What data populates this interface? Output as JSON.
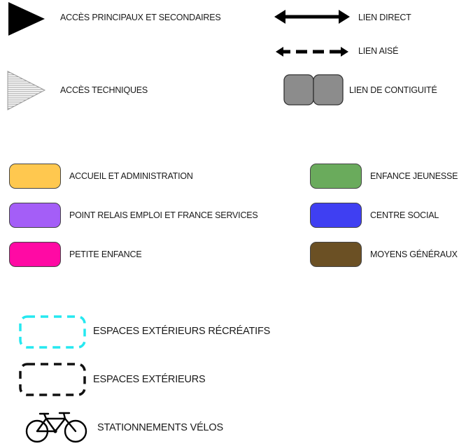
{
  "access": {
    "main": "ACCÈS PRINCIPAUX ET SECONDAIRES",
    "technical": "ACCÈS TECHNIQUES"
  },
  "links": {
    "direct": "LIEN DIRECT",
    "easy": "LIEN AISÉ",
    "contiguity": "LIEN DE CONTIGUITÉ"
  },
  "zones": [
    {
      "label": "ACCUEIL ET ADMINISTRATION",
      "color": "#ffc84f"
    },
    {
      "label": "ENFANCE JEUNESSE",
      "color": "#6aab5c"
    },
    {
      "label": "POINT RELAIS EMPLOI ET FRANCE SERVICES",
      "color": "#a45ef7"
    },
    {
      "label": "CENTRE SOCIAL",
      "color": "#3f3ff2"
    },
    {
      "label": "PETITE ENFANCE",
      "color": "#ff0aa4"
    },
    {
      "label": "MOYENS GÉNÉRAUX",
      "color": "#6b5024"
    }
  ],
  "outdoor": {
    "recreational": "ESPACES EXTÉRIEURS RÉCRÉATIFS",
    "recreational_color": "#25e8f0",
    "outdoor": "ESPACES EXTÉRIEURS",
    "bikes": "STATIONNEMENTS VÉLOS"
  },
  "icons": {
    "main_access": "solid-triangle-arrow",
    "technical_access": "hatched-triangle-arrow",
    "direct_link": "double-headed-solid-arrow",
    "easy_link": "double-headed-dashed-arrow",
    "contiguity": "two-adjacent-grey-blocks",
    "bike": "bicycle-icon"
  }
}
